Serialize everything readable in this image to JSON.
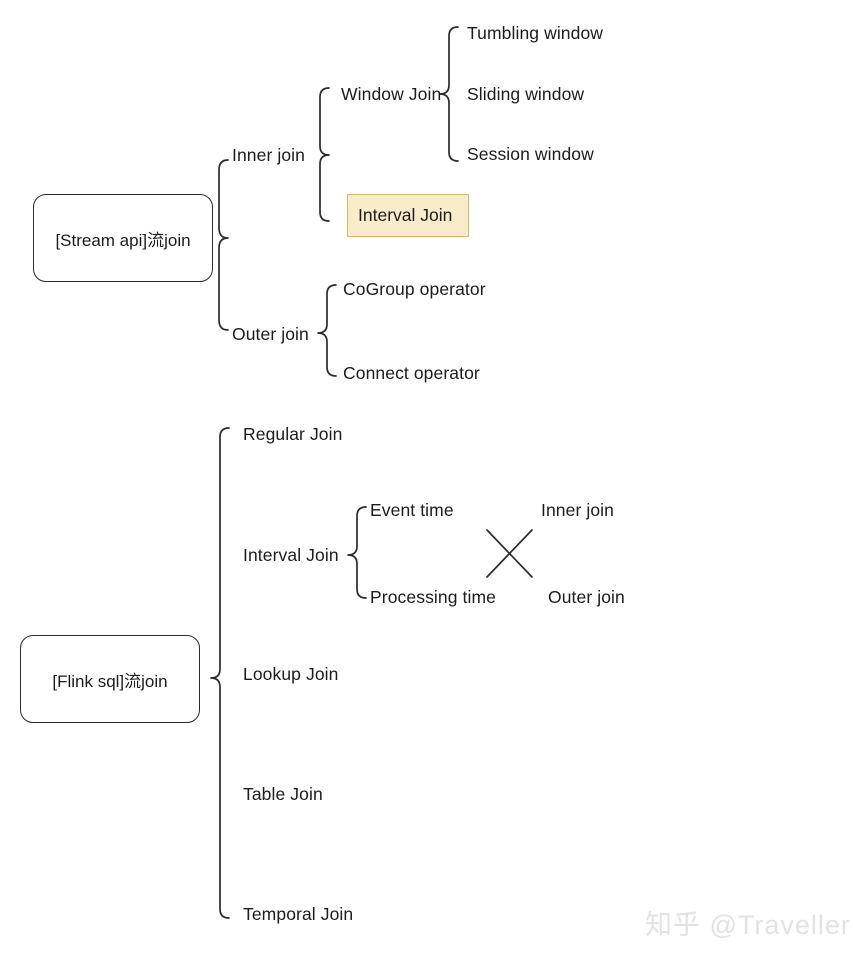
{
  "diagram": {
    "title": "Flink Join types mind map",
    "watermark": "知乎 @Traveller",
    "colors": {
      "stroke": "#2b2b2b",
      "text": "#1c1c1c",
      "highlight_fill": "#faeccb",
      "highlight_border": "#d9b96b",
      "watermark": "#e2e2e2",
      "background": "#ffffff"
    }
  },
  "stream_api": {
    "root": "[Stream api]流join",
    "branches": [
      {
        "label": "Inner join",
        "children": [
          {
            "label": "Window Join",
            "children": [
              {
                "label": "Tumbling window"
              },
              {
                "label": "Sliding window"
              },
              {
                "label": "Session window"
              }
            ]
          },
          {
            "label": "Interval Join",
            "highlighted": true
          }
        ]
      },
      {
        "label": "Outer join",
        "children": [
          {
            "label": "CoGroup  operator"
          },
          {
            "label": "Connect  operator"
          }
        ]
      }
    ]
  },
  "flink_sql": {
    "root": "[Flink sql]流join",
    "branches": [
      {
        "label": "Regular Join"
      },
      {
        "label": "Interval Join",
        "children": [
          {
            "label": "Event time"
          },
          {
            "label": "Processing time"
          }
        ],
        "cross_pairs": [
          {
            "label": "Inner join"
          },
          {
            "label": "Outer join"
          }
        ],
        "cross_marker": "x-cross"
      },
      {
        "label": "Lookup Join"
      },
      {
        "label": "Table Join"
      },
      {
        "label": "Temporal Join"
      }
    ]
  }
}
